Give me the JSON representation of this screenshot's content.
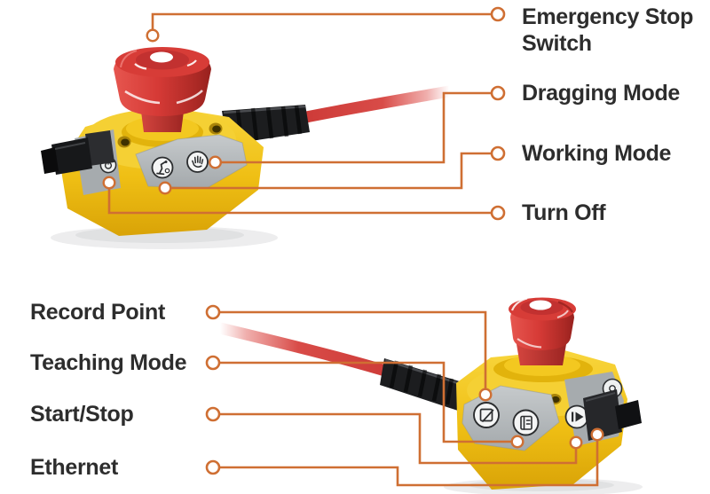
{
  "diagram_title": "Emergency stop switch annotated diagram",
  "colors": {
    "background": "#ffffff",
    "callout_line": "#cf6f33",
    "label_text": "#2d2d2d",
    "device_yellow": "#f2c41c",
    "panel_gray": "#b3b7ba",
    "button_red": "#d63a36",
    "cable_red": "#d23a38",
    "hardware_black": "#1a1b1d"
  },
  "top_device": {
    "name": "Emergency stop switch (cable exiting right)",
    "callouts": [
      {
        "label": "Emergency Stop Switch",
        "target": "red-mushroom-button",
        "icon": "mushroom-button"
      },
      {
        "label": "Dragging Mode",
        "target": "hand-button",
        "icon": "hand-icon"
      },
      {
        "label": "Working Mode",
        "target": "robot-arm-button",
        "icon": "robot-arm-icon"
      },
      {
        "label": "Turn Off",
        "target": "side-power-button",
        "icon": "power-icon"
      }
    ]
  },
  "bottom_device": {
    "name": "Emergency stop switch (cable exiting left)",
    "callouts": [
      {
        "label": "Record Point",
        "target": "pencil-button",
        "icon": "pencil-icon"
      },
      {
        "label": "Teaching Mode",
        "target": "notebook-button",
        "icon": "notebook-icon"
      },
      {
        "label": "Start/Stop",
        "target": "play-button",
        "icon": "play-icon"
      },
      {
        "label": "Ethernet",
        "target": "ethernet-connector",
        "icon": "ethernet-plug-icon"
      }
    ]
  }
}
